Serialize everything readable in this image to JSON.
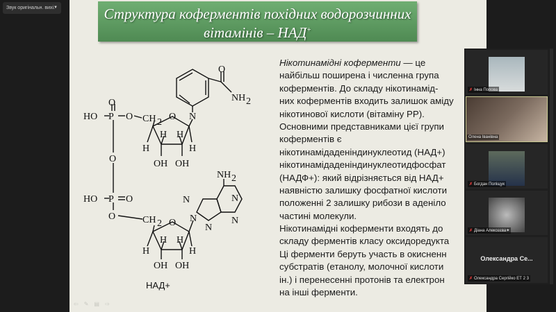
{
  "view_option": {
    "label": "Звук оригінальн. вихі.",
    "chevron_icon": "chevron-down-icon"
  },
  "slide": {
    "title_line1": "Структура коферментів похідних водорозчинних",
    "title_line2": "вітамінів – НАД",
    "title_sup": "+",
    "body_italic": "Нікотинамідні коферменти",
    "body_lines": [
      " — це",
      "найбільш поширена і численна група",
      "коферментів. До складу нікотинамід-",
      "них коферментів входить залишок аміду",
      "нікотинової кислоти (вітаміну РР).",
      "Основними представниками цієї групи",
      "коферментів є",
      "нікотинамідаденіндинуклеотид (НАД+)",
      "нікотинамідаденіндинуклеотидфосфат",
      "(НАДФ+): який відрізняється від НАД+",
      "наявністю залишку фосфатної кислоти",
      "положенні 2 залишку рибози в аденіло",
      "частині молекули.",
      "Нікотинамідні коферменти входять до",
      "складу ферментів класу оксидоредукта",
      "Ці ферменти беруть участь в окисненн",
      "субстратів (етанолу, молочної кислоти",
      "ін.) і перенесенні протонів та електрон",
      "на інші ферменти."
    ],
    "structure": {
      "caption": "НАД+",
      "atoms": [
        "HO",
        "P",
        "O",
        "O",
        "CH",
        "2",
        "O",
        "N",
        "O",
        "NH",
        "2",
        "H",
        "H",
        "H",
        "H",
        "OH",
        "OH",
        "O",
        "HO",
        "P",
        "O",
        "O",
        "CH",
        "2",
        "O",
        "N",
        "H",
        "H",
        "H",
        "H",
        "OH",
        "OH",
        "NH",
        "2",
        "N",
        "N",
        "N",
        "N"
      ]
    }
  },
  "participants": [
    {
      "name": "Інна Попова",
      "muted": true
    },
    {
      "name": "Олена Іванівна",
      "muted": false,
      "active": true
    },
    {
      "name": "Богдан Поліщук",
      "muted": true
    },
    {
      "name": "Діана Алексєєва✦",
      "muted": true
    },
    {
      "name": "Олександра Сергійко ЕТ 2 3",
      "display": "Олександра  Се...",
      "muted": true
    }
  ],
  "colors": {
    "title_bg": "#5e9c62",
    "slide_bg": "#ecebe3",
    "active_border": "#c8c890",
    "muted": "#e03b3b"
  }
}
